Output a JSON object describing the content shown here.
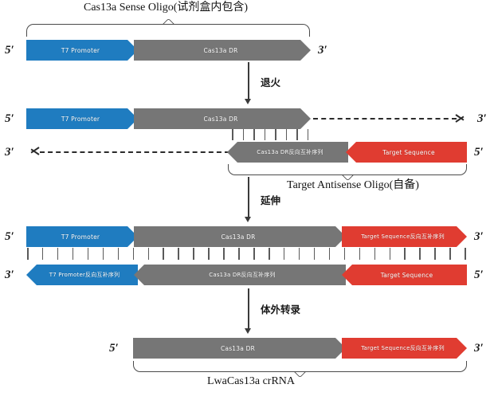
{
  "diagram": {
    "title_top": "Cas13a Sense Oligo(试剂盒内包含)",
    "title_mid": "Target Antisense Oligo(自备)",
    "title_bottom": "LwaCas13a crRNA",
    "colors": {
      "promoter_blue": "#1f7cc0",
      "dr_gray": "#767676",
      "target_red": "#e03c31",
      "line_dark": "#2b2b2b"
    }
  },
  "labels": {
    "five_prime": "5′",
    "three_prime": "3′"
  },
  "steps": [
    {
      "name": "anneal",
      "label": "退火"
    },
    {
      "name": "extend",
      "label": "延伸"
    },
    {
      "name": "transcription",
      "label": "体外转录"
    }
  ],
  "stages": [
    {
      "name": "sense-oligo",
      "left_end": "5′",
      "right_end": "3′",
      "segments": [
        {
          "name": "t7-promoter",
          "text": "T7 Promoter",
          "color": "blue",
          "dir": "right"
        },
        {
          "name": "cas13a-dr",
          "text": "Cas13a DR",
          "color": "gray",
          "dir": "right"
        }
      ]
    },
    {
      "name": "annealed-duplex",
      "top_strand": {
        "left_end": "5′",
        "right_end": "3′",
        "segments": [
          {
            "name": "t7-promoter",
            "text": "T7 Promoter",
            "color": "blue",
            "dir": "right"
          },
          {
            "name": "cas13a-dr",
            "text": "Cas13a DR",
            "color": "gray",
            "dir": "right"
          }
        ],
        "extension": "dashed-right"
      },
      "bottom_strand": {
        "left_end": "3′",
        "right_end": "5′",
        "segments": [
          {
            "name": "cas13a-dr-revcomp",
            "text": "Cas13a DR反向互补序列",
            "color": "gray",
            "dir": "left"
          },
          {
            "name": "target-sequence",
            "text": "Target Sequence",
            "color": "red",
            "dir": "left"
          }
        ],
        "extension": "dashed-left"
      },
      "hybrid_ticks": 8
    },
    {
      "name": "extended-duplex",
      "top_strand": {
        "left_end": "5′",
        "right_end": "3′",
        "segments": [
          {
            "name": "t7-promoter",
            "text": "T7 Promoter",
            "color": "blue",
            "dir": "right"
          },
          {
            "name": "cas13a-dr",
            "text": "Cas13a DR",
            "color": "gray",
            "dir": "right"
          },
          {
            "name": "target-sequence-revcomp",
            "text": "Target Sequence反向互补序列",
            "color": "red",
            "dir": "right"
          }
        ]
      },
      "bottom_strand": {
        "left_end": "3′",
        "right_end": "5′",
        "segments": [
          {
            "name": "t7-promoter-revcomp",
            "text": "T7 Promoter反向互补序列",
            "color": "blue",
            "dir": "left"
          },
          {
            "name": "cas13a-dr-revcomp",
            "text": "Cas13a DR反向互补序列",
            "color": "gray",
            "dir": "left"
          },
          {
            "name": "target-sequence",
            "text": "Target Sequence",
            "color": "red",
            "dir": "left"
          }
        ]
      },
      "hybrid_ticks": 30
    },
    {
      "name": "crrna-product",
      "left_end": "5′",
      "right_end": "3′",
      "segments": [
        {
          "name": "cas13a-dr",
          "text": "Cas13a DR",
          "color": "gray",
          "dir": "right"
        },
        {
          "name": "target-sequence-revcomp",
          "text": "Target Sequence反向互补序列",
          "color": "red",
          "dir": "right"
        }
      ]
    }
  ]
}
